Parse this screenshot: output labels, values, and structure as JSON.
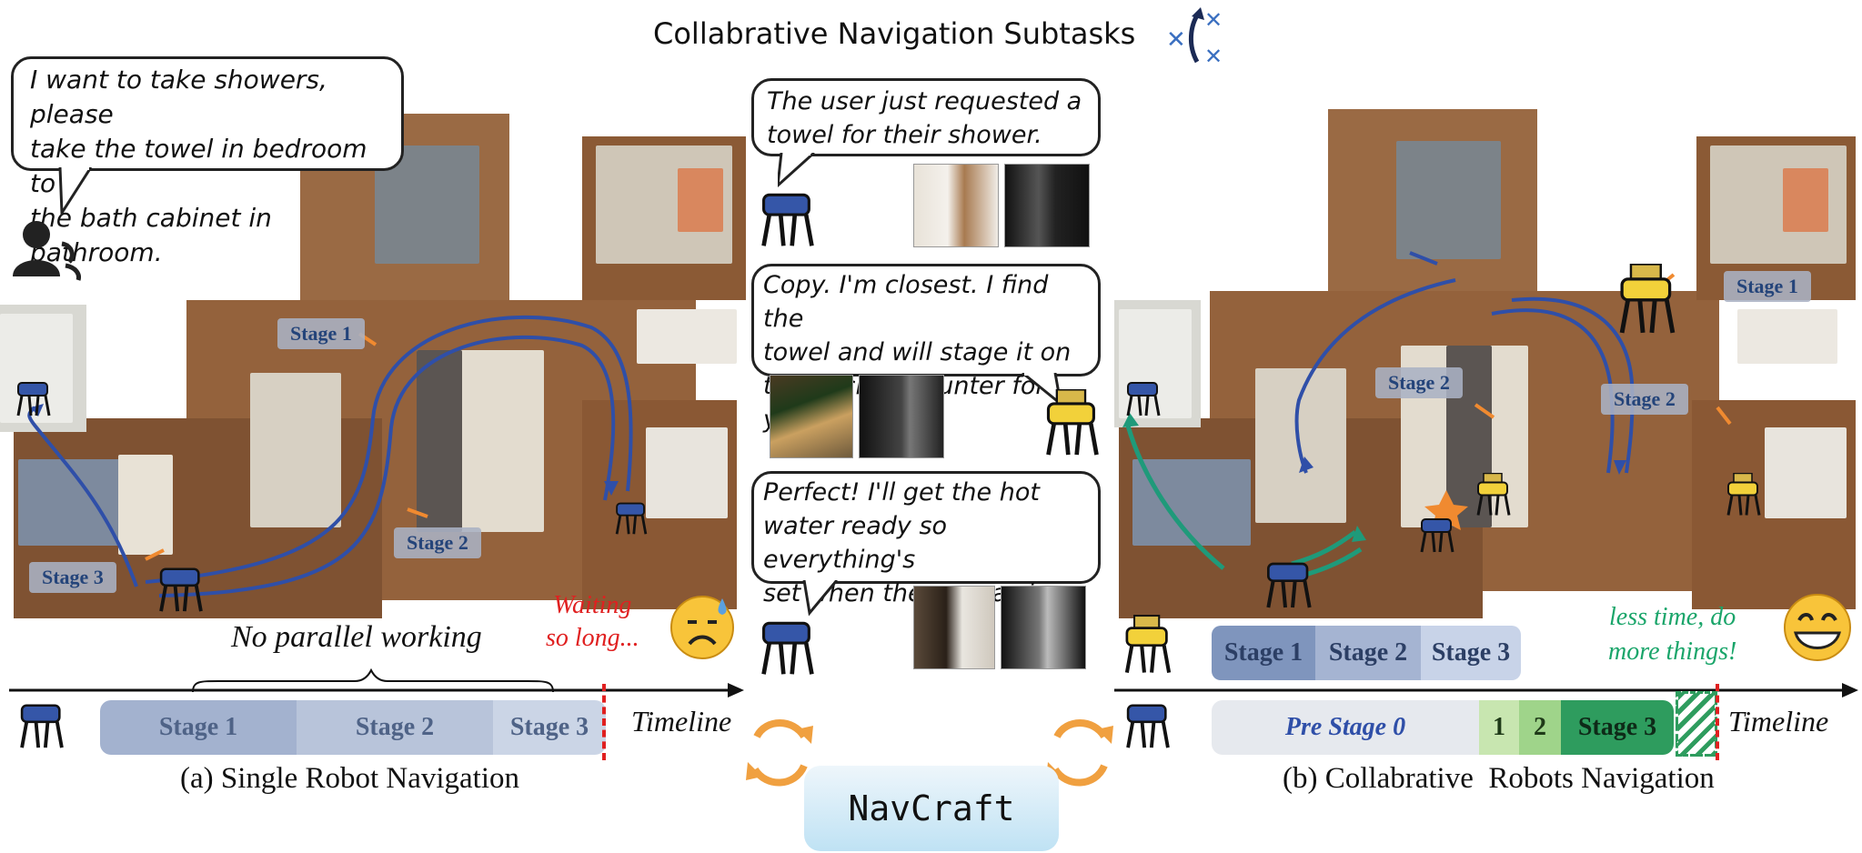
{
  "header": {
    "title": "Collabrative Navigation Subtasks"
  },
  "left": {
    "user_bubble": [
      "I want to take showers, please",
      "take the towel in bedroom to",
      "the bath cabinet in bathroom."
    ],
    "stage_tags": [
      "Stage 1",
      "Stage 2",
      "Stage 3"
    ],
    "no_parallel": "No parallel working",
    "waiting": [
      "Waiting",
      "so long..."
    ],
    "timeline_bars": [
      "Stage 1",
      "Stage 2",
      "Stage 3"
    ],
    "timeline_label": "Timeline",
    "caption": "(a) Single Robot Navigation"
  },
  "middle": {
    "bubble1": [
      "The user just requested a",
      "towel for their shower."
    ],
    "bubble2": [
      "Copy. I'm closest. I find the",
      "towel and will stage it on",
      "the kitchen counter for you."
    ],
    "bubble3": [
      "Perfect! I'll get the hot",
      "water ready so everything's",
      "set when the user arrives."
    ],
    "navcraft": "NavCraft"
  },
  "right": {
    "stage_tags": [
      "Stage 1",
      "Stage 2",
      "Stage 2"
    ],
    "less_time": [
      "less time, do",
      "more things!"
    ],
    "yellow_bars": [
      "Stage 1",
      "Stage 2",
      "Stage 3"
    ],
    "blue_bars": [
      "Pre Stage 0",
      "1",
      "2",
      "Stage 3"
    ],
    "timeline_label": "Timeline",
    "caption": "(b) Collabrative  Robots Navigation"
  },
  "colors": {
    "blue_path": "#2f4fa8",
    "green_path": "#1f9a7a",
    "stage_bar": "#a9b7d3",
    "dashed_red": "#e02020",
    "green_bar": "#2e9c5e",
    "light_green": "#b6dfa0"
  }
}
